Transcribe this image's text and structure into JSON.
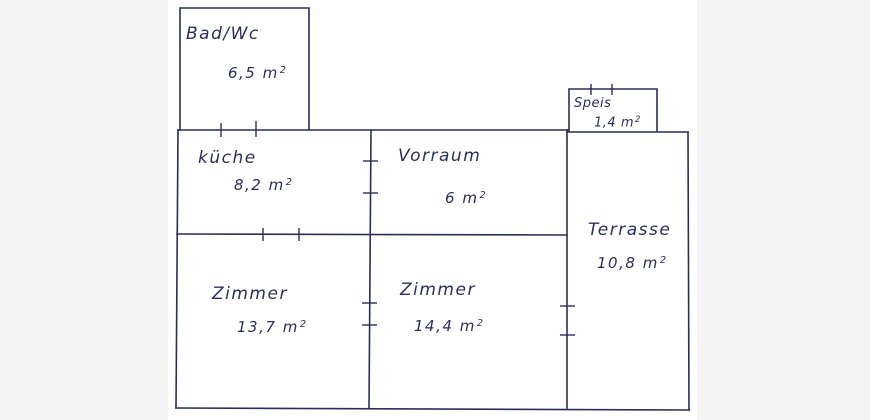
{
  "rooms": {
    "bad": {
      "name": "Bad/Wc",
      "area": "6,5",
      "unit": "m"
    },
    "speis": {
      "name": "Speis",
      "area": "1,4",
      "unit": "m"
    },
    "kueche": {
      "name": "küche",
      "area": "8,2",
      "unit": "m"
    },
    "vorraum": {
      "name": "Vorraum",
      "area": "6",
      "unit": "m"
    },
    "terrasse": {
      "name": "Terrasse",
      "area": "10,8",
      "unit": "m"
    },
    "zimmer1": {
      "name": "Zimmer",
      "area": "13,7",
      "unit": "m"
    },
    "zimmer2": {
      "name": "Zimmer",
      "area": "14,4",
      "unit": "m"
    }
  },
  "unit_exponent": "2",
  "colors": {
    "ink": "#27305a",
    "margin": "#f3f3f3",
    "paper": "#ffffff"
  }
}
